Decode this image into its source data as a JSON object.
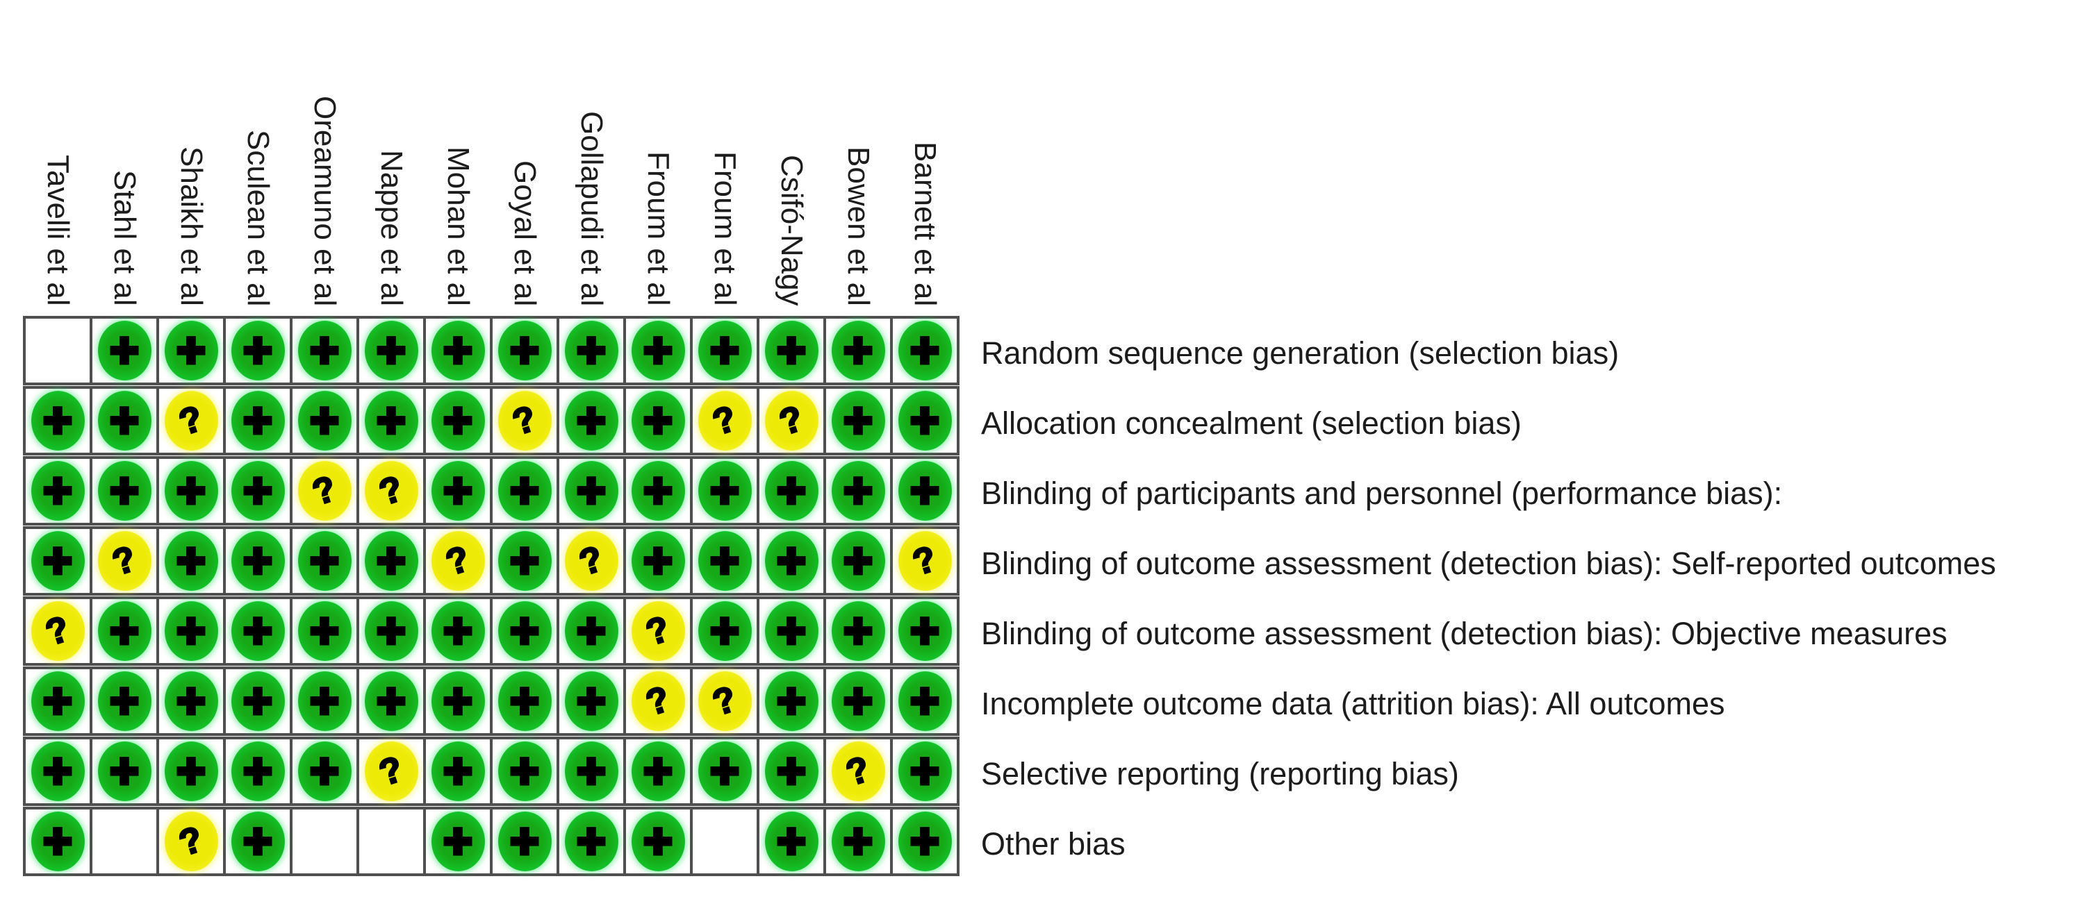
{
  "figure_title": "risk-of-bias-summary",
  "chart_data": {
    "type": "heatmap",
    "categories_x": [
      "Tavelli et al",
      "Stahl et al",
      "Shaikh et al",
      "Sculean et al",
      "Oreamuno et al",
      "Nappe et al",
      "Mohan et al",
      "Goyal et al",
      "Gollapudi et al",
      "Froum et al",
      "Froum et al",
      "Csifó-Nagy",
      "Bowen et al",
      "Barnett et al"
    ],
    "categories_y": [
      "Random sequence generation (selection bias)",
      "Allocation concealment (selection bias)",
      "Blinding of participants and personnel (performance bias):",
      "Blinding of outcome assessment (detection bias): Self-reported outcomes",
      "Blinding of outcome assessment (detection bias): Objective measures",
      "Incomplete outcome data (attrition bias): All outcomes",
      "Selective reporting (reporting bias)",
      "Other bias"
    ],
    "judgements": [
      [
        "none",
        "low",
        "low",
        "low",
        "low",
        "low",
        "low",
        "low",
        "low",
        "low",
        "low",
        "low",
        "low",
        "low"
      ],
      [
        "low",
        "low",
        "unclear",
        "low",
        "low",
        "low",
        "low",
        "unclear",
        "low",
        "low",
        "unclear",
        "unclear",
        "low",
        "low"
      ],
      [
        "low",
        "low",
        "low",
        "low",
        "unclear",
        "unclear",
        "low",
        "low",
        "low",
        "low",
        "low",
        "low",
        "low",
        "low"
      ],
      [
        "low",
        "unclear",
        "low",
        "low",
        "low",
        "low",
        "unclear",
        "low",
        "unclear",
        "low",
        "low",
        "low",
        "low",
        "unclear"
      ],
      [
        "unclear",
        "low",
        "low",
        "low",
        "low",
        "low",
        "low",
        "low",
        "low",
        "unclear",
        "low",
        "low",
        "low",
        "low"
      ],
      [
        "low",
        "low",
        "low",
        "low",
        "low",
        "low",
        "low",
        "low",
        "low",
        "unclear",
        "unclear",
        "low",
        "low",
        "low"
      ],
      [
        "low",
        "low",
        "low",
        "low",
        "low",
        "unclear",
        "low",
        "low",
        "low",
        "low",
        "low",
        "low",
        "unclear",
        "low"
      ],
      [
        "low",
        "none",
        "unclear",
        "low",
        "none",
        "none",
        "low",
        "low",
        "low",
        "low",
        "none",
        "low",
        "low",
        "low"
      ]
    ],
    "legend_symbols": {
      "low": "+",
      "unclear": "?"
    },
    "colors": {
      "low_core": "#17a817",
      "low_mid": "#12c228",
      "low_rim": "#12e14b",
      "unclear_core": "#eeea08",
      "unclear_rim": "#f8f83a",
      "symbol": "#000000",
      "grid_line": "#4f4f4f",
      "label_text": "#1c1c1c"
    },
    "grid_on": true,
    "legend_position": "none"
  }
}
